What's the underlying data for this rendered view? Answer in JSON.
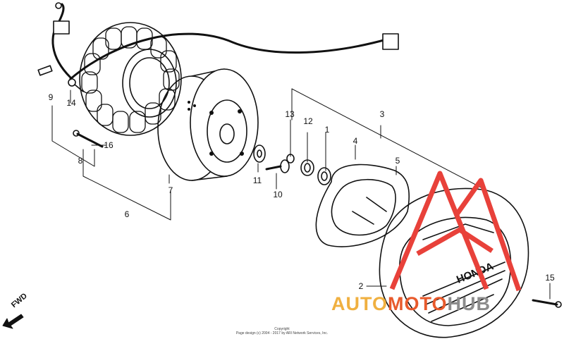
{
  "diagram": {
    "callouts": {
      "c1": "1",
      "c2": "2",
      "c3": "3",
      "c4": "4",
      "c5": "5",
      "c6": "6",
      "c7": "7",
      "c8": "8",
      "c9": "9",
      "c10": "10",
      "c11": "11",
      "c12": "12",
      "c13": "13",
      "c14": "14",
      "c15": "15",
      "c16": "16"
    },
    "fwd_label": "FWD",
    "cover_logo": "HONDA",
    "watermark": {
      "part1": "AUTO",
      "part2": "MOTO",
      "part3": "HUB"
    },
    "copyright": {
      "line1": "Copyright",
      "line2": "Page design (c) 2004 - 2017 by ARI Network Services, Inc."
    }
  },
  "colors": {
    "line": "#111111",
    "watermark_red": "#e8413a",
    "watermark_orange": "#f0b040",
    "watermark_gray": "#8c8c8c"
  }
}
